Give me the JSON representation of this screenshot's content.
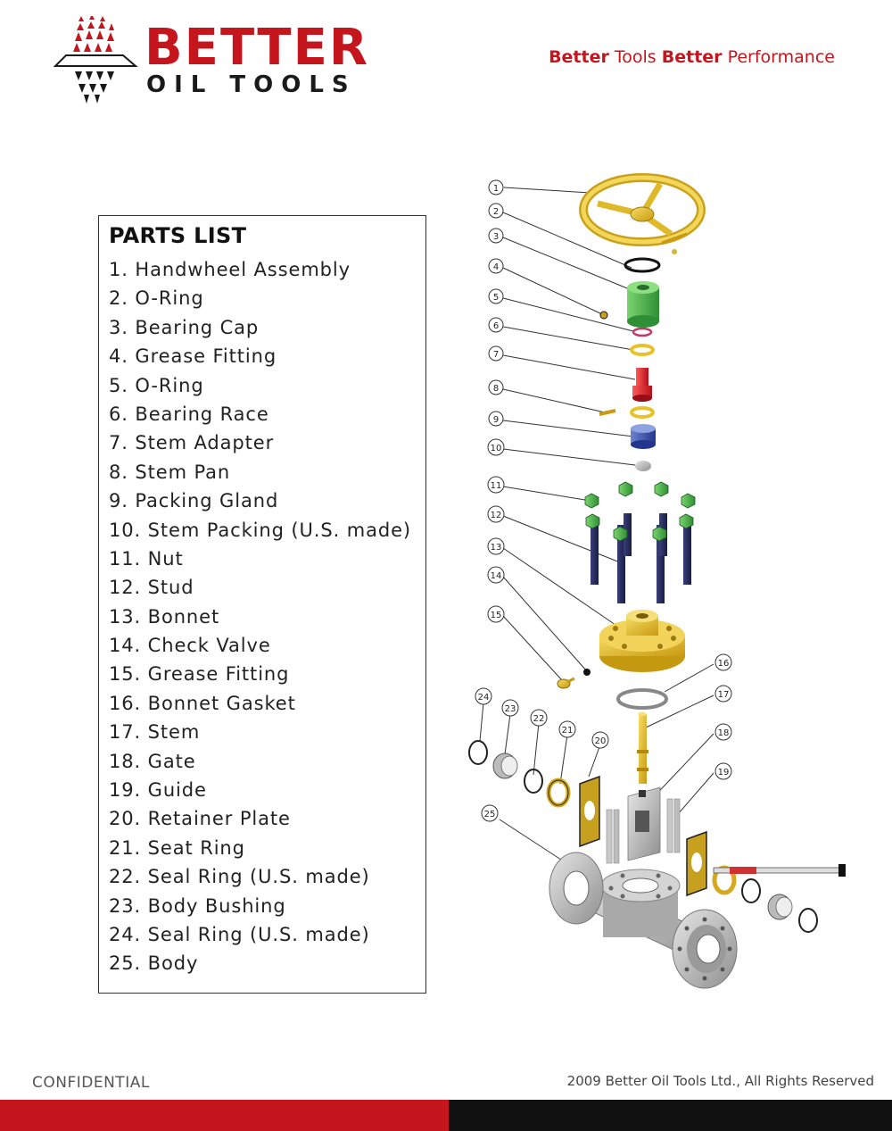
{
  "header": {
    "logo_word1": "BETTER",
    "logo_word2": "OIL TOOLS",
    "tagline_1": "Better",
    "tagline_2": " Tools ",
    "tagline_3": "Better",
    "tagline_4": " Performance"
  },
  "parts_list": {
    "title": "PARTS LIST",
    "items": [
      "1. Handwheel Assembly",
      "2. O-Ring",
      "3. Bearing Cap",
      "4. Grease Fitting",
      "5. O-Ring",
      "6. Bearing Race",
      "7. Stem Adapter",
      "8. Stem Pan",
      "9. Packing Gland",
      "10. Stem Packing (U.S. made)",
      "11. Nut",
      "12. Stud",
      "13. Bonnet",
      "14. Check Valve",
      "15. Grease Fitting",
      "16. Bonnet Gasket",
      "17. Stem",
      "18. Gate",
      "19. Guide",
      "20. Retainer Plate",
      "21. Seat Ring",
      "22. Seal Ring (U.S. made)",
      "23. Body Bushing",
      "24. Seal Ring (U.S. made)",
      "25. Body"
    ]
  },
  "diagram": {
    "callouts": [
      "1",
      "2",
      "3",
      "4",
      "5",
      "6",
      "7",
      "8",
      "9",
      "10",
      "11",
      "12",
      "13",
      "14",
      "15",
      "16",
      "17",
      "18",
      "19",
      "20",
      "21",
      "22",
      "23",
      "24",
      "25"
    ]
  },
  "footer": {
    "left": "CONFIDENTIAL",
    "right": "2009 Better Oil Tools Ltd., All Rights Reserved"
  },
  "colors": {
    "brand_red": "#c4161c",
    "yellow": "#e8c22a",
    "green": "#44b54a",
    "gray": "#bdbdbd"
  }
}
